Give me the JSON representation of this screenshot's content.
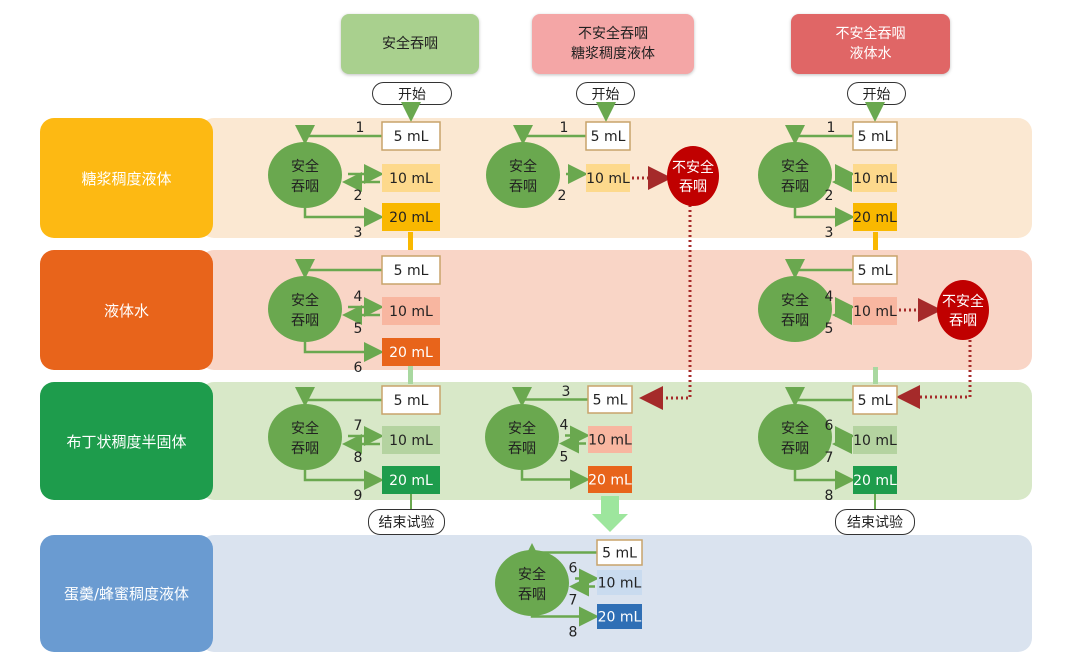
{
  "headers": [
    {
      "lines": [
        "安全吞咽"
      ],
      "color": "#a9d08e"
    },
    {
      "lines": [
        "不安全吞咽",
        "糖浆稠度液体"
      ],
      "color": "#f4a6a6"
    },
    {
      "lines": [
        "不安全吞咽",
        "液体水"
      ],
      "color": "#e06666"
    }
  ],
  "start_label": "开始",
  "end_label": "结束试验",
  "rows": [
    {
      "label": "糖浆稠度液体",
      "label_color": "#fdb913",
      "band_color": "#fbe8d2"
    },
    {
      "label": "液体水",
      "label_color": "#e8641b",
      "band_color": "#f9d5c6"
    },
    {
      "label": "布丁状稠度半固体",
      "label_color": "#1e9c4c",
      "band_color": "#d8e8c8"
    },
    {
      "label": "蛋羹/蜂蜜稠度液体",
      "label_color": "#6a9bd1",
      "band_color": "#dae3ef"
    }
  ],
  "safe_circle": [
    "安全",
    "吞咽"
  ],
  "unsafe_circle": [
    "不安全",
    "吞咽"
  ],
  "groups": [
    {
      "boxes": [
        "5 mL",
        "10 mL",
        "20 mL"
      ],
      "numbers": {
        "top": "1",
        "back": "2",
        "bottom": "3"
      }
    },
    {
      "boxes": [
        "5 mL",
        "10 mL",
        "20 mL"
      ],
      "numbers": {
        "fwd": "4",
        "back": "5",
        "bottom": "6"
      }
    },
    {
      "boxes": [
        "5 mL",
        "10 mL",
        "20 mL"
      ],
      "numbers": {
        "fwd": "7",
        "back": "8",
        "bottom": "9"
      }
    },
    {
      "boxes": [
        "5 mL",
        "10 mL"
      ],
      "numbers": {
        "top": "1",
        "back": "2"
      }
    },
    {
      "boxes": [
        "5 mL",
        "10 mL",
        "20 mL"
      ],
      "numbers": {
        "top": "3",
        "fwd": "4",
        "back": "5"
      }
    },
    {
      "boxes": [
        "5 mL",
        "10 mL",
        "20 mL"
      ],
      "numbers": {
        "fwd": "6",
        "back": "7",
        "bottom": "8"
      }
    },
    {
      "boxes": [
        "5 mL",
        "10 mL",
        "20 mL"
      ],
      "numbers": {
        "top": "1",
        "back": "2",
        "bottom": "3"
      }
    },
    {
      "boxes": [
        "5 mL",
        "10 mL"
      ],
      "numbers": {
        "fwd": "4",
        "back": "5"
      }
    },
    {
      "boxes": [
        "5 mL",
        "10 mL",
        "20 mL"
      ],
      "numbers": {
        "fwd": "6",
        "back": "7",
        "bottom": "8"
      }
    }
  ]
}
